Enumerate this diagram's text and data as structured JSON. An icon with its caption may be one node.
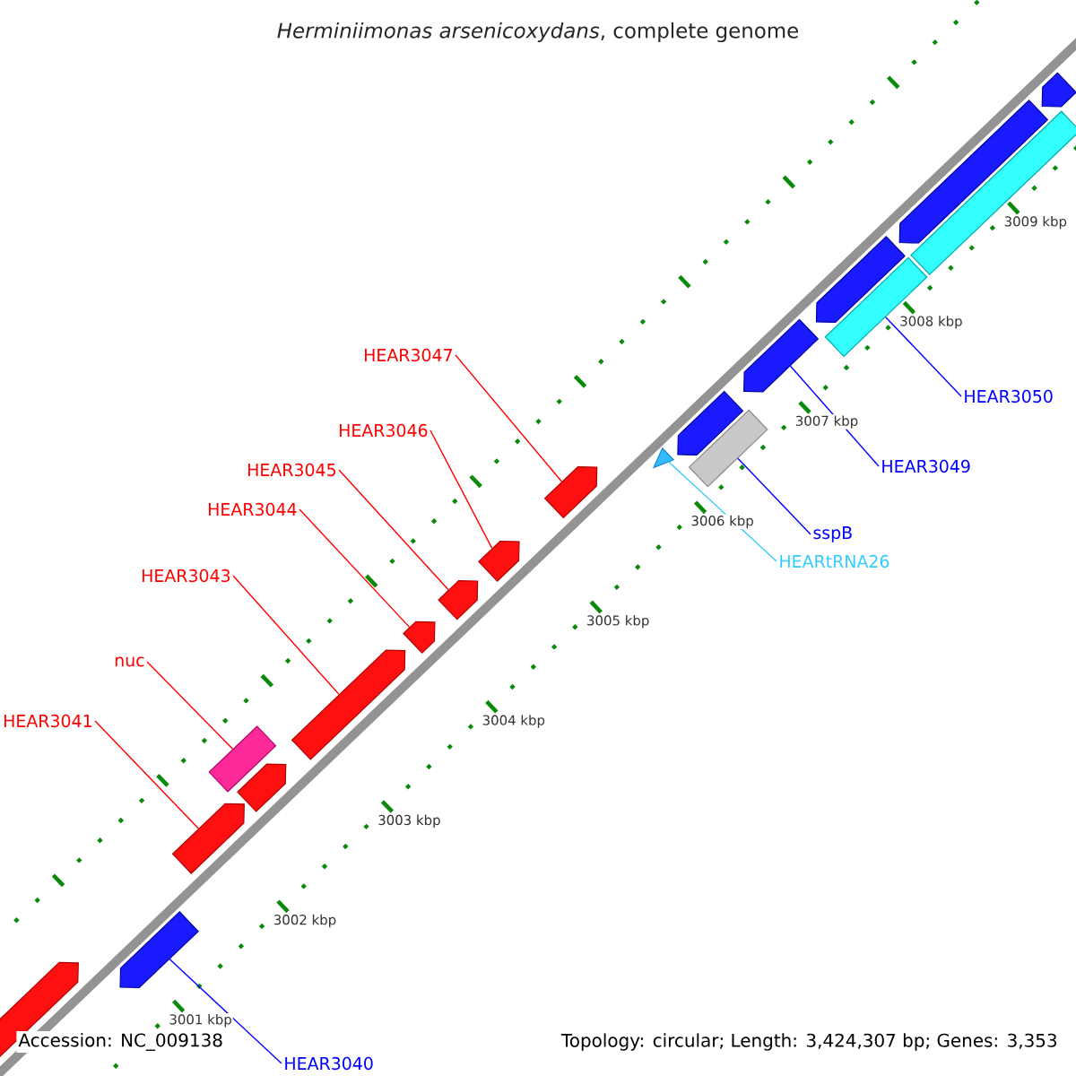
{
  "diagram": {
    "title": "*Herminiimonas arsenicoxydans*, complete genome",
    "nodes": [
      {
        "text": [
          "HEAR3047"
        ]
      },
      {
        "text": [
          "HEAR3046"
        ]
      },
      {
        "text": [
          "HEAR3050"
        ]
      },
      {
        "text": [
          "HEAR3045"
        ]
      },
      {
        "text": [
          "HEAR3044"
        ]
      },
      {
        "text": [
          "HEAR3049"
        ]
      },
      {
        "text": [
          "sspB"
        ]
      },
      {
        "text": [
          "HEARtRNA26"
        ]
      },
      {
        "text": [
          "HEAR3043"
        ]
      },
      {
        "text": [
          "nuc"
        ]
      },
      {
        "text": [
          "HEAR3041"
        ]
      },
      {
        "text": [
          "HEAR3040"
        ]
      },
      {
        "text": [],
        "shape": "arrow"
      },
      {
        "text": [],
        "shape": "arrow"
      },
      {
        "text": [],
        "shape": "arrow"
      },
      {
        "text": [],
        "shape": "arrow"
      },
      {
        "text": [],
        "shape": "box"
      },
      {
        "text": [],
        "shape": "arrow"
      },
      {
        "text": [],
        "shape": "arrow"
      },
      {
        "text": [],
        "shape": "arrow"
      },
      {
        "text": [],
        "shape": "arrow"
      },
      {
        "text": [],
        "shape": "arrow"
      },
      {
        "text": [],
        "shape": "triangle"
      },
      {
        "text": [],
        "shape": "box"
      },
      {
        "text": [],
        "shape": "arrow"
      },
      {
        "text": [],
        "shape": "arrow"
      },
      {
        "text": [],
        "shape": "box"
      },
      {
        "text": [],
        "shape": "arrow"
      },
      {
        "text": [],
        "shape": "box"
      },
      {
        "text": [],
        "shape": "arrow"
      },
      {
        "text": [],
        "shape": "arrow"
      }
    ],
    "edges": [
      {
        "from": 0,
        "to": 21,
        "arrow": "none"
      },
      {
        "from": 1,
        "to": 20,
        "arrow": "none"
      },
      {
        "from": 2,
        "to": 26,
        "arrow": "none",
        "color": "#0000ff"
      },
      {
        "from": 3,
        "to": 19,
        "arrow": "none"
      },
      {
        "from": 4,
        "to": 18,
        "arrow": "none"
      },
      {
        "from": 5,
        "to": 25,
        "arrow": "none",
        "color": "#0000ff"
      },
      {
        "from": 6,
        "to": 23,
        "arrow": "none",
        "color": "#0000ff"
      },
      {
        "from": 7,
        "to": 22,
        "arrow": "none",
        "color": "#33ccff"
      },
      {
        "from": 8,
        "to": 17,
        "arrow": "none"
      },
      {
        "from": 9,
        "to": 16,
        "arrow": "none"
      },
      {
        "from": 10,
        "to": 14,
        "arrow": "none"
      },
      {
        "from": 11,
        "to": 13,
        "arrow": "none",
        "color": "#0000ff"
      }
    ],
    "labels": [
      "3001 kbp",
      "3002 kbp",
      "3003 kbp",
      "3004 kbp",
      "3005 kbp",
      "3006 kbp",
      "3007 kbp",
      "3008 kbp",
      "3009 kbp",
      "Accession: NC_009138",
      "Topology: circular; Length: 3,424,307 bp; Genes: 3,353"
    ]
  }
}
